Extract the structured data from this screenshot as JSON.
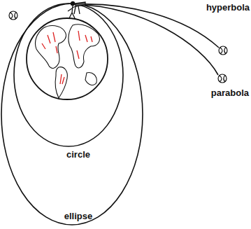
{
  "diagram": {
    "labels": [
      "hyperbola",
      "parabola",
      "circle",
      "ellipse"
    ]
  }
}
